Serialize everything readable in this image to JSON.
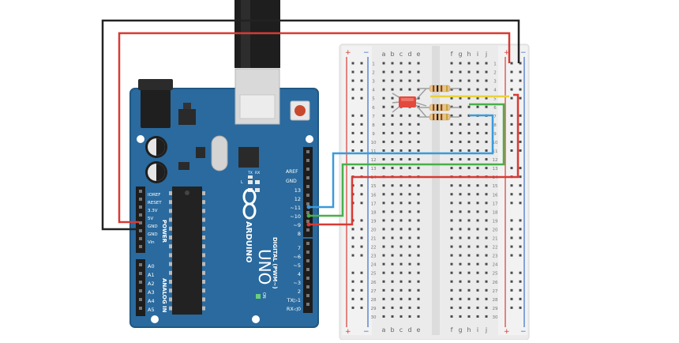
{
  "arduino": {
    "brand_text": "ARDUINO",
    "model_text": "UNO",
    "aref_label": "AREF",
    "gnd_label": "GND",
    "digital_title": "DIGITAL (PWM~)",
    "digital_pins": [
      "13",
      "12",
      "~11",
      "~10",
      "~9",
      "8",
      "7",
      "~6",
      "~5",
      "4",
      "~3",
      "2",
      "TX▷1",
      "RX◁0"
    ],
    "power_title": "POWER",
    "power_pins": [
      "IOREF",
      "RESET",
      "3.3V",
      "5V",
      "GND",
      "GND",
      "Vin"
    ],
    "analog_title": "ANALOG IN",
    "analog_pins": [
      "A0",
      "A1",
      "A2",
      "A3",
      "A4",
      "A5"
    ],
    "tx_label": "TX",
    "rx_label": "RX",
    "l_label": "L",
    "on_label": "ON"
  },
  "breadboard": {
    "col_letters_left": [
      "a",
      "b",
      "c",
      "d",
      "e"
    ],
    "col_letters_right": [
      "f",
      "g",
      "h",
      "i",
      "j"
    ],
    "rail_plus": "+",
    "rail_minus": "−",
    "row_count": 30
  },
  "colors": {
    "board_blue": "#2a6a9e",
    "board_dark": "#1f5884",
    "wire_black": "#222222",
    "wire_red": "#d83a34",
    "wire_blue": "#3a9bdc",
    "wire_green": "#48b04a",
    "wire_yellow": "#e9d23a",
    "led_red": "#e34a3e",
    "breadboard": "#eeeeee"
  }
}
